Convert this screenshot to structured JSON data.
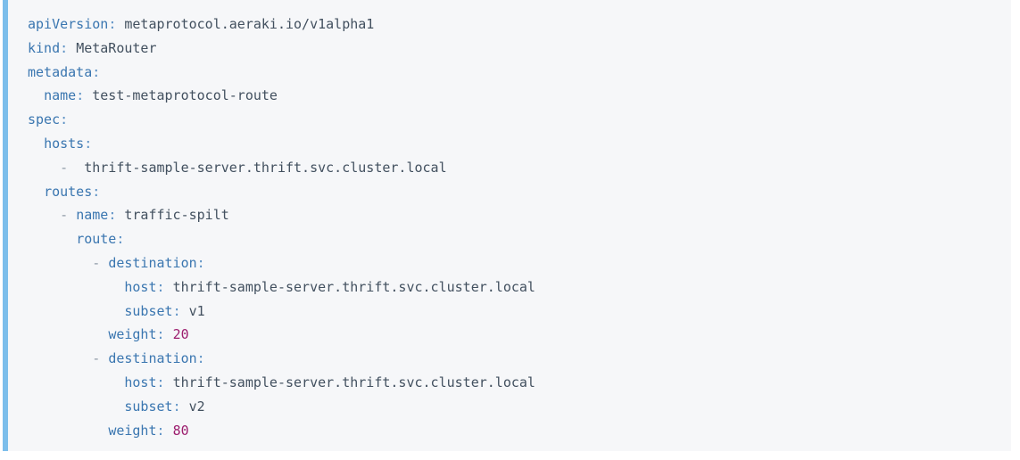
{
  "editor": {
    "language": "yaml",
    "accent_color": "#7cbeeb",
    "background_color": "#f6f7f9",
    "key_color": "#3a76b0",
    "value_color": "#42505f",
    "number_color": "#9c1d6e",
    "dash_color": "#8f9aa6",
    "punctuation_color": "#5b90c4"
  },
  "yaml": {
    "lines": [
      {
        "indent": "",
        "dash": "",
        "key": "apiVersion",
        "colon": ":",
        "value": "metaprotocol.aeraki.io/v1alpha1",
        "value_type": "string"
      },
      {
        "indent": "",
        "dash": "",
        "key": "kind",
        "colon": ":",
        "value": "MetaRouter",
        "value_type": "string"
      },
      {
        "indent": "",
        "dash": "",
        "key": "metadata",
        "colon": ":",
        "value": "",
        "value_type": "none"
      },
      {
        "indent": "  ",
        "dash": "",
        "key": "name",
        "colon": ":",
        "value": "test-metaprotocol-route",
        "value_type": "string"
      },
      {
        "indent": "",
        "dash": "",
        "key": "spec",
        "colon": ":",
        "value": "",
        "value_type": "none"
      },
      {
        "indent": "  ",
        "dash": "",
        "key": "hosts",
        "colon": ":",
        "value": "",
        "value_type": "none"
      },
      {
        "indent": "    ",
        "dash": "- ",
        "key": "",
        "colon": "",
        "value": "thrift-sample-server.thrift.svc.cluster.local",
        "value_type": "string"
      },
      {
        "indent": "  ",
        "dash": "",
        "key": "routes",
        "colon": ":",
        "value": "",
        "value_type": "none"
      },
      {
        "indent": "    ",
        "dash": "- ",
        "key": "name",
        "colon": ":",
        "value": "traffic-spilt",
        "value_type": "string"
      },
      {
        "indent": "      ",
        "dash": "",
        "key": "route",
        "colon": ":",
        "value": "",
        "value_type": "none"
      },
      {
        "indent": "        ",
        "dash": "- ",
        "key": "destination",
        "colon": ":",
        "value": "",
        "value_type": "none"
      },
      {
        "indent": "            ",
        "dash": "",
        "key": "host",
        "colon": ":",
        "value": "thrift-sample-server.thrift.svc.cluster.local",
        "value_type": "string"
      },
      {
        "indent": "            ",
        "dash": "",
        "key": "subset",
        "colon": ":",
        "value": "v1",
        "value_type": "string"
      },
      {
        "indent": "          ",
        "dash": "",
        "key": "weight",
        "colon": ":",
        "value": "20",
        "value_type": "number"
      },
      {
        "indent": "        ",
        "dash": "- ",
        "key": "destination",
        "colon": ":",
        "value": "",
        "value_type": "none"
      },
      {
        "indent": "            ",
        "dash": "",
        "key": "host",
        "colon": ":",
        "value": "thrift-sample-server.thrift.svc.cluster.local",
        "value_type": "string"
      },
      {
        "indent": "            ",
        "dash": "",
        "key": "subset",
        "colon": ":",
        "value": "v2",
        "value_type": "string"
      },
      {
        "indent": "          ",
        "dash": "",
        "key": "weight",
        "colon": ":",
        "value": "80",
        "value_type": "number"
      }
    ]
  }
}
